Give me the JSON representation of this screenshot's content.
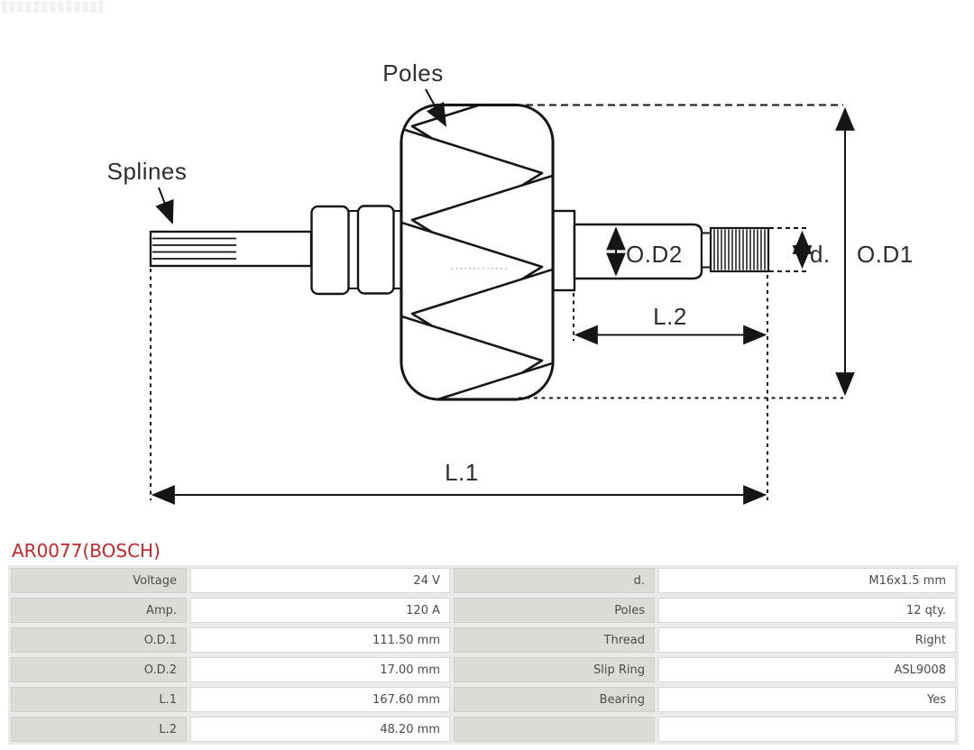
{
  "part": {
    "title": "AR0077(BOSCH)",
    "title_color": "#c2282d"
  },
  "diagram": {
    "line_color": "#151515",
    "labels": {
      "poles": "Poles",
      "splines": "Splines",
      "od2": "O.D2",
      "d": "d.",
      "od1": "O.D1",
      "l2": "L.2",
      "l1": "L.1"
    }
  },
  "spec_table": {
    "label_bg": "#dcdbd7",
    "value_bg": "#ffffff",
    "text_color": "#4b4b48",
    "rows": [
      {
        "label_left": "Voltage",
        "value_left": "24 V",
        "label_right": "d.",
        "value_right": "M16x1.5 mm"
      },
      {
        "label_left": "Amp.",
        "value_left": "120 A",
        "label_right": "Poles",
        "value_right": "12 qty."
      },
      {
        "label_left": "O.D.1",
        "value_left": "111.50 mm",
        "label_right": "Thread",
        "value_right": "Right"
      },
      {
        "label_left": "O.D.2",
        "value_left": "17.00 mm",
        "label_right": "Slip Ring",
        "value_right": "ASL9008"
      },
      {
        "label_left": "L.1",
        "value_left": "167.60 mm",
        "label_right": "Bearing",
        "value_right": "Yes"
      },
      {
        "label_left": "L.2",
        "value_left": "48.20 mm",
        "label_right": "",
        "value_right": ""
      }
    ]
  }
}
